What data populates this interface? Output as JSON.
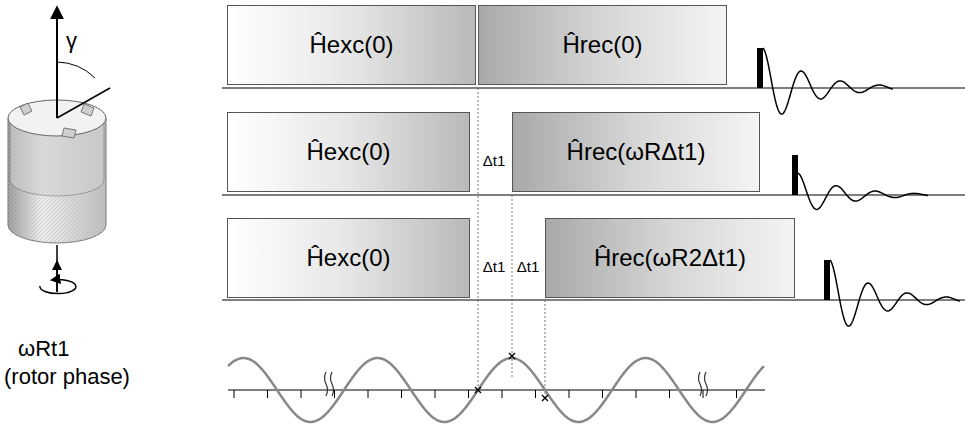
{
  "diagram": {
    "nodes": [
      {
        "text": [
          "Ĥexc(0)"
        ]
      },
      {
        "text": [
          "Ĥrec(0)"
        ]
      },
      {
        "text": [
          "Ĥexc(0)"
        ]
      },
      {
        "text": [
          "Ĥrec(ωRΔt1)"
        ]
      },
      {
        "text": [
          "Ĥexc(0)"
        ]
      },
      {
        "text": [
          "Ĥrec(ωR2Δt1)"
        ]
      }
    ],
    "labels": [
      "Δt1",
      "Δt1",
      "Δt1",
      "γ",
      "ωRt1",
      "(rotor phase)"
    ]
  }
}
